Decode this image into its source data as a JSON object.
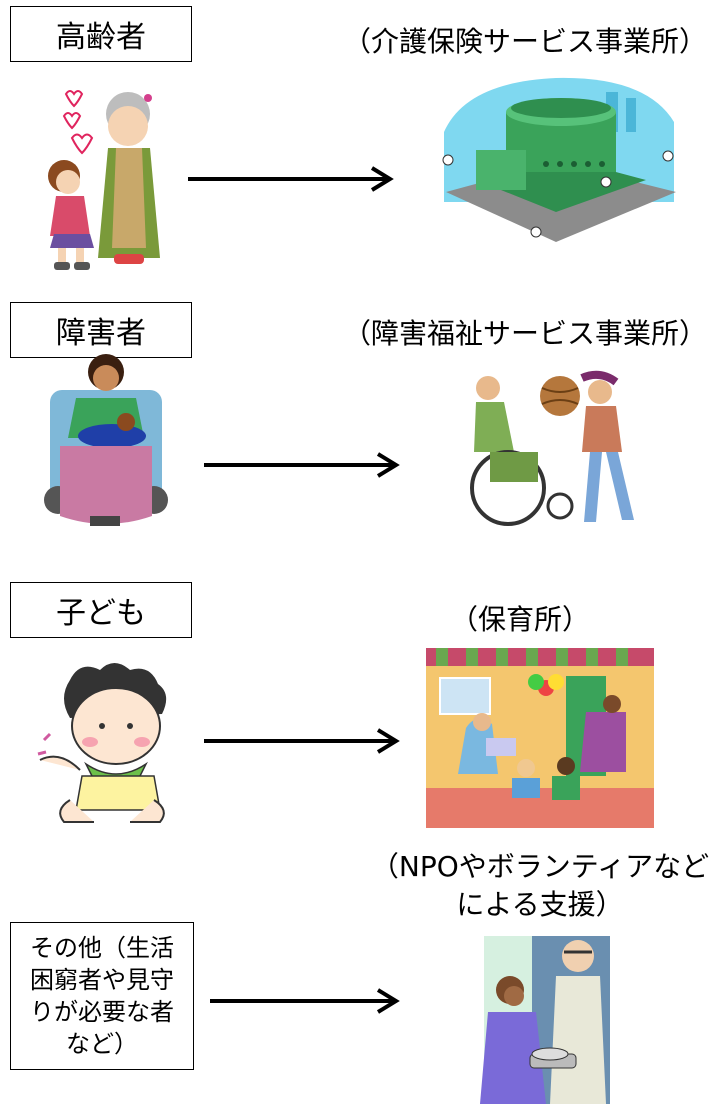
{
  "rows": [
    {
      "label": "高齢者",
      "facility": "（介護保険サービス事業所）"
    },
    {
      "label": "障害者",
      "facility": "（障害福祉サービス事業所）"
    },
    {
      "label": "子ども",
      "facility": "（保育所）"
    },
    {
      "label_lines": [
        "その他（生活",
        "困窮者や見守",
        "りが必要な者",
        "など）"
      ],
      "facility_lines": [
        "（NPOやボランティアなど",
        "による支援）"
      ]
    }
  ],
  "icons": {
    "elderly": "elderly-woman-with-child-icon",
    "care_facility": "care-facility-building-icon",
    "disabled_person": "wheelchair-user-with-child-icon",
    "disability_service": "wheelchair-and-ball-play-icon",
    "child": "baby-icon",
    "nursery": "nursery-room-icon",
    "volunteer": "volunteer-delivering-meal-icon"
  },
  "colors": {
    "line": "#000000",
    "green": "#3aa35a",
    "sky": "#6ad1ee",
    "pink": "#c97aa3"
  }
}
